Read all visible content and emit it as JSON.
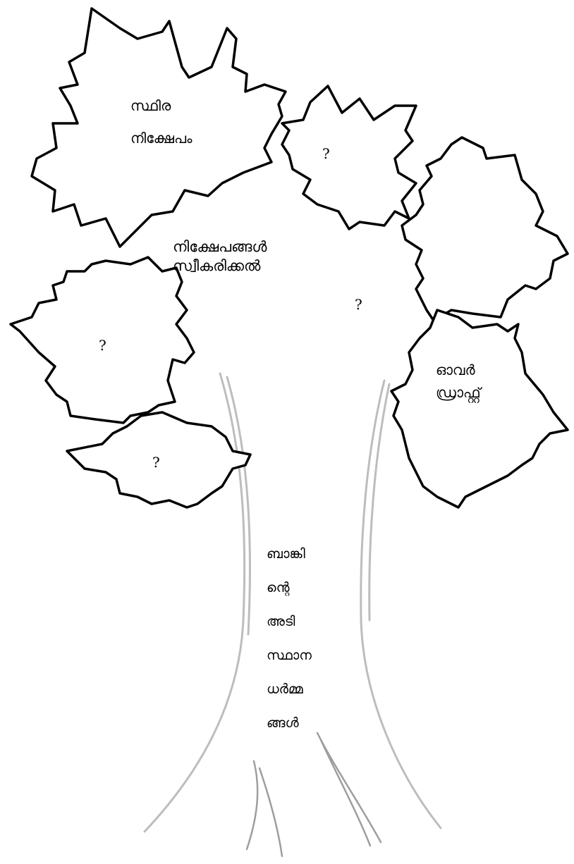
{
  "leaves": {
    "top_left": {
      "line1": "സ്ഥിര",
      "line2": "നിക്ഷേപം"
    },
    "top_middle": {
      "mark": "?"
    },
    "left_middle": {
      "mark": "?"
    },
    "left_bottom": {
      "mark": "?"
    },
    "right_bottom": {
      "line1": "ഓവർ",
      "line2": "ഡ്രാഫ്റ്റ്"
    }
  },
  "branch_label": {
    "line1": "നിക്ഷേപങ്ങൾ",
    "line2": "സ്വീകരിക്കൽ"
  },
  "center_mark": "?",
  "trunk_text": [
    "ബാങ്കി",
    "ന്റെ",
    "അടി",
    "സ്ഥാന",
    "ധർമ്മ",
    "ങ്ങൾ"
  ]
}
